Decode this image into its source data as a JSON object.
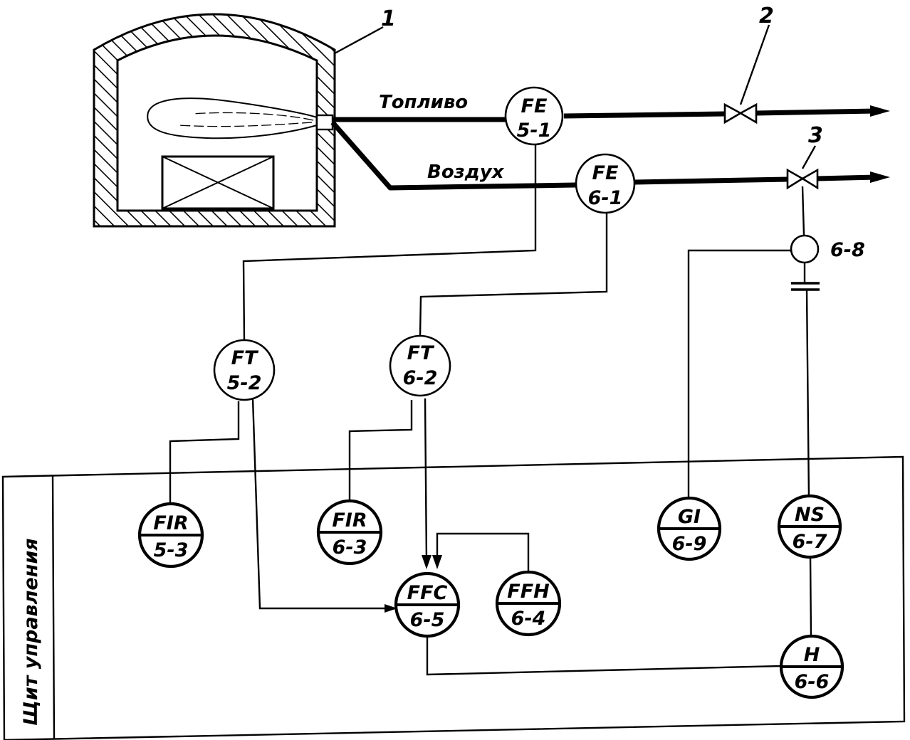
{
  "callouts": {
    "furnace": "1",
    "fuel_valve": "2",
    "air_valve": "3"
  },
  "pipelines": {
    "fuel": "Топливо",
    "air": "Воздух"
  },
  "panel_label": "Щит управления",
  "instruments": {
    "fe51": {
      "top": "FE",
      "bottom": "5-1"
    },
    "fe61": {
      "top": "FE",
      "bottom": "6-1"
    },
    "ft52": {
      "top": "FT",
      "bottom": "5-2"
    },
    "ft62": {
      "top": "FT",
      "bottom": "6-2"
    },
    "fir53": {
      "top": "FIR",
      "bottom": "5-3"
    },
    "fir63": {
      "top": "FIR",
      "bottom": "6-3"
    },
    "ffc65": {
      "top": "FFC",
      "bottom": "6-5"
    },
    "ffh64": {
      "top": "FFH",
      "bottom": "6-4"
    },
    "gi69": {
      "top": "GI",
      "bottom": "6-9"
    },
    "ns67": {
      "top": "NS",
      "bottom": "6-7"
    },
    "h66": {
      "top": "H",
      "bottom": "6-6"
    }
  },
  "actuator": {
    "label": "6-8"
  }
}
